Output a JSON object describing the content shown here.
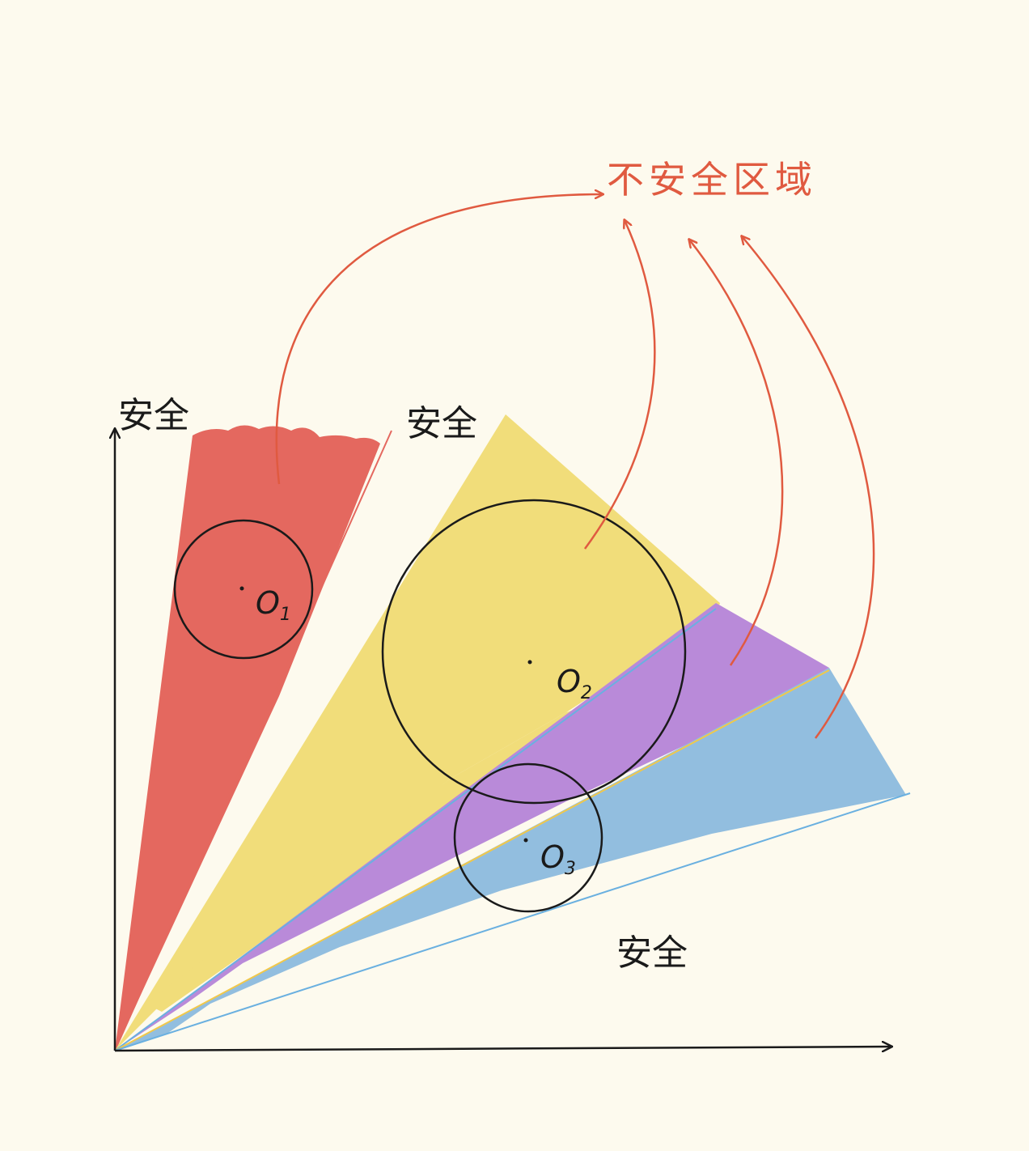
{
  "labels": {
    "unsafe_region": "不安全区域",
    "safe_top_left": "安全",
    "safe_top_mid": "安全",
    "safe_bottom_right": "安全"
  },
  "circles": [
    {
      "letter": "O",
      "sub": "1"
    },
    {
      "letter": "O",
      "sub": "2"
    },
    {
      "letter": "O",
      "sub": "3"
    }
  ],
  "colors": {
    "background": "#fdfaee",
    "red_region": "#e4685f",
    "yellow_region": "#f1dd7a",
    "purple_region": "#b98ad9",
    "blue_region": "#92bedf",
    "arrow": "#e05a40",
    "ink": "#1a1a1a"
  }
}
